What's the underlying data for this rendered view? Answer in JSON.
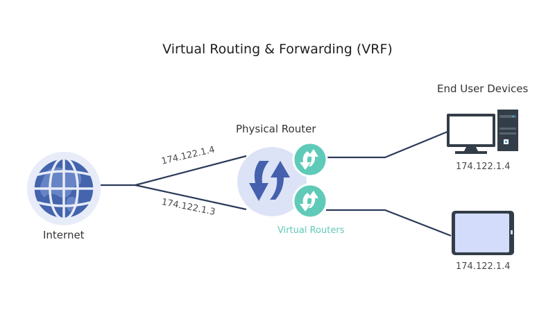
{
  "title": "Virtual Routing & Forwarding (VRF)",
  "nodes": {
    "internet": {
      "label": "Internet",
      "icon": "globe-icon"
    },
    "physical_router": {
      "label": "Physical Router",
      "icon": "router-arrows-icon"
    },
    "virtual_routers": {
      "label": "Virtual Routers",
      "count": 2,
      "icon": "virtual-router-icon"
    },
    "end_user_devices": {
      "label": "End User Devices",
      "devices": [
        {
          "type": "desktop",
          "icon": "desktop-computer-icon",
          "ip": "174.122.1.4"
        },
        {
          "type": "tablet",
          "icon": "tablet-icon",
          "ip": "174.122.1.4"
        }
      ]
    }
  },
  "links": {
    "upper_ip": "174.122.1.4",
    "lower_ip": "174.122.1.3"
  },
  "colors": {
    "line": "#2b3a5a",
    "router_bg": "#dde3f6",
    "router_arrows": "#4560ad",
    "virtual_router": "#5fcab8",
    "virtual_label": "#5fcab8",
    "globe": "#4464ad",
    "device_dark": "#333d47",
    "tablet_screen": "#d3ddfb"
  }
}
